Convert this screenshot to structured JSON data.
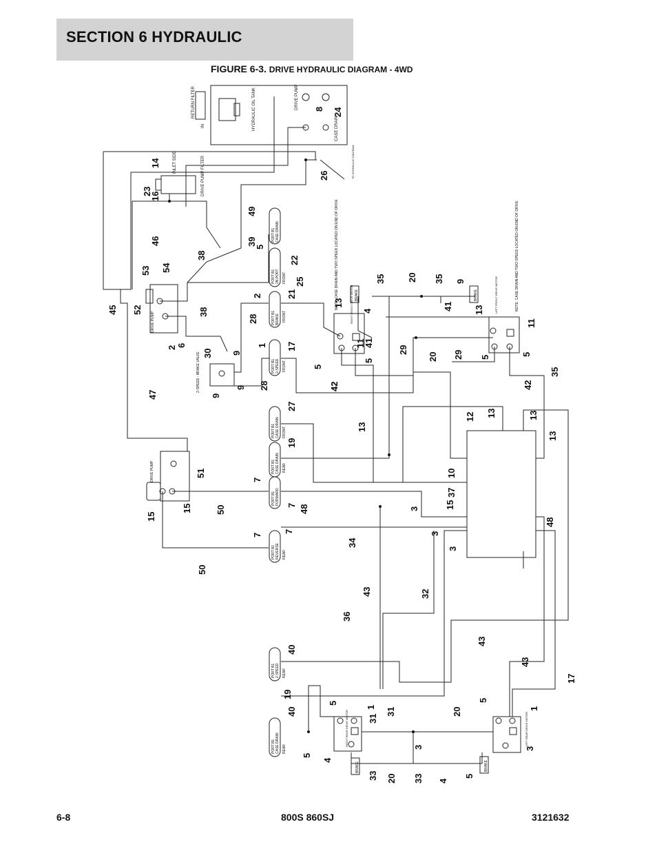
{
  "header": {
    "section_title": "SECTION 6   HYDRAULIC",
    "figure_label": "FIGURE 6-3.",
    "figure_title": "DRIVE HYDRAULIC DIAGRAM - 4WD"
  },
  "footer": {
    "page_number": "6-8",
    "model": "800S 860SJ",
    "document_number": "3121632"
  },
  "components": {
    "oil_tank": "HYDRAULIC OIL TANK",
    "return_filter": "RETURN FILTER",
    "return_filter_in": "IN",
    "drive_pump_port": "DRIVE PUMP",
    "case_drain_port": "CASE DRAIN",
    "to_hydraulic_diagram": "TO HYDRAULIC DIAGRAM",
    "drive_pump_filter": "DRIVE PUMP FILTER",
    "inlet_side": "INLET SIDE",
    "drive_pump_top": "DRIVE PUMP",
    "drive_pump_bottom": "DRIVE PUMP",
    "two_speed_valve": "2-SPEED - BRAKE VALVE",
    "manifold": "",
    "rh_front_motor": "RIGHT FRONT DRIVE MOTOR",
    "lh_front_motor": "LEFT FRONT DRIVE MOTOR",
    "rh_rear_motor": "RIGHT REAR DRIVE MOTOR",
    "lh_rear_motor": "LEFT REAR DRIVE MOTOR",
    "note_front_rh": "NOTE: CASE DRAIN AND TWO SPEED LOCATED ON END OF DRIVE",
    "note_front_lh": "NOTE: CASE DRAIN AND TWO SPEED LOCATED ON END OF DRIVE",
    "brake": "BRAKE",
    "ports": [
      {
        "line1": "PORT B1",
        "line2": "CASE DRAIN",
        "line3": "",
        "id": "p-case-drain-top"
      },
      {
        "line1": "PORT B1",
        "line2": "2N PORT",
        "line3": "FRONT",
        "id": "p-2n-front"
      },
      {
        "line1": "PORT B1",
        "line2": "BRAKE",
        "line3": "FRONT",
        "id": "p-brake-front"
      },
      {
        "line1": "PORT B1",
        "line2": "2-SPEED",
        "line3": "FRONT",
        "id": "p-2speed-front"
      },
      {
        "line1": "PORT B1",
        "line2": "CASE DRAIN",
        "line3": "FRONT",
        "id": "p-case-front"
      },
      {
        "line1": "PORT B1",
        "line2": "CASE DRAIN",
        "line3": "REAR",
        "id": "p-case-rear"
      },
      {
        "line1": "PORT B1",
        "line2": "FORWARD",
        "line3": "",
        "id": "p-forward"
      },
      {
        "line1": "PORT B1",
        "line2": "REVERSE",
        "line3": "REAR",
        "id": "p-reverse-rear"
      },
      {
        "line1": "PORT B1",
        "line2": "2-SPEED",
        "line3": "REAR",
        "id": "p-2speed-rear"
      },
      {
        "line1": "PORT B1",
        "line2": "CASE DRAIN",
        "line3": "REAR",
        "id": "p-case-rear2"
      }
    ]
  },
  "callouts": [
    "8",
    "24",
    "26",
    "14",
    "23",
    "16",
    "46",
    "49",
    "39",
    "5",
    "22",
    "38",
    "53",
    "54",
    "52",
    "45",
    "2",
    "21",
    "25",
    "28",
    "38",
    "2",
    "6",
    "30",
    "9",
    "9",
    "9",
    "1",
    "17",
    "28",
    "47",
    "27",
    "19",
    "51",
    "7",
    "7",
    "48",
    "50",
    "15",
    "15",
    "7",
    "7",
    "50",
    "13",
    "41",
    "11",
    "5",
    "5",
    "42",
    "4",
    "35",
    "20",
    "35",
    "9",
    "41",
    "20",
    "29",
    "29",
    "13",
    "11",
    "5",
    "5",
    "42",
    "42",
    "35",
    "13",
    "12",
    "13",
    "13",
    "13",
    "10",
    "37",
    "3",
    "15",
    "3",
    "3",
    "48",
    "34",
    "43",
    "32",
    "36",
    "43",
    "43",
    "17",
    "40",
    "19",
    "40",
    "5",
    "5",
    "1",
    "31",
    "31",
    "20",
    "3",
    "4",
    "33",
    "20",
    "33",
    "4",
    "5",
    "5",
    "1",
    "3"
  ]
}
